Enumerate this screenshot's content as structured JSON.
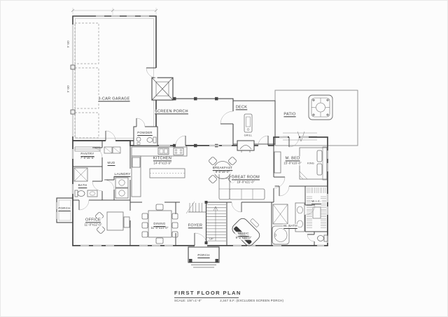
{
  "sheet": {
    "title": "FIRST FLOOR PLAN",
    "scale_note": "SCALE: 1/8\"=1'-0\"",
    "area_note": "2,347 S.F. (EXCLUDES SCREEN PORCH)"
  },
  "colors": {
    "wall": "#474747",
    "fixture": "#757575",
    "window": "#c6c6c6",
    "label": "#3b3b3b"
  },
  "rooms": {
    "garage": {
      "label": "3-CAR GARAGE"
    },
    "screen_porch": {
      "label": "SCREEN PORCH"
    },
    "deck": {
      "label": "DECK"
    },
    "patio": {
      "label": "PATIO"
    },
    "powder": {
      "label": "POWDER"
    },
    "pantry": {
      "label": "PANTRY",
      "dims": "7'-0\"x6'-6\""
    },
    "mud": {
      "label": "MUD"
    },
    "bath": {
      "label": "BATH"
    },
    "laundry": {
      "label": "LAUNDRY"
    },
    "kitchen": {
      "label": "KITCHEN",
      "dims": "14'-0\"x13'-9\""
    },
    "breakfast": {
      "label": "BREAKFAST",
      "dims": "9'-0\"x9'-0\""
    },
    "great_room": {
      "label": "GREAT ROOM",
      "dims": "19'-0\"x21'-0\""
    },
    "office": {
      "label": "OFFICE",
      "dims": "11'-0\"x12'-0\""
    },
    "side_porch": {
      "label": "PORCH"
    },
    "dining": {
      "label": "DINING",
      "dims": "11'-0\"x14'-0\""
    },
    "foyer": {
      "label": "FOYER"
    },
    "music": {
      "label": "MUSIC",
      "dims": "9'-2\"x10'-0\""
    },
    "m_bed": {
      "label": "M. BED",
      "dims": "15'-0\"x16'-0\""
    },
    "m_bath": {
      "label": "M. BATH"
    },
    "wic": {
      "label": "W.I.C."
    },
    "front_porch": {
      "label": "PORCH"
    }
  },
  "annotations": {
    "grill": "GRILL",
    "king": "KING",
    "up": "UP",
    "garage_door": "9' GD"
  }
}
